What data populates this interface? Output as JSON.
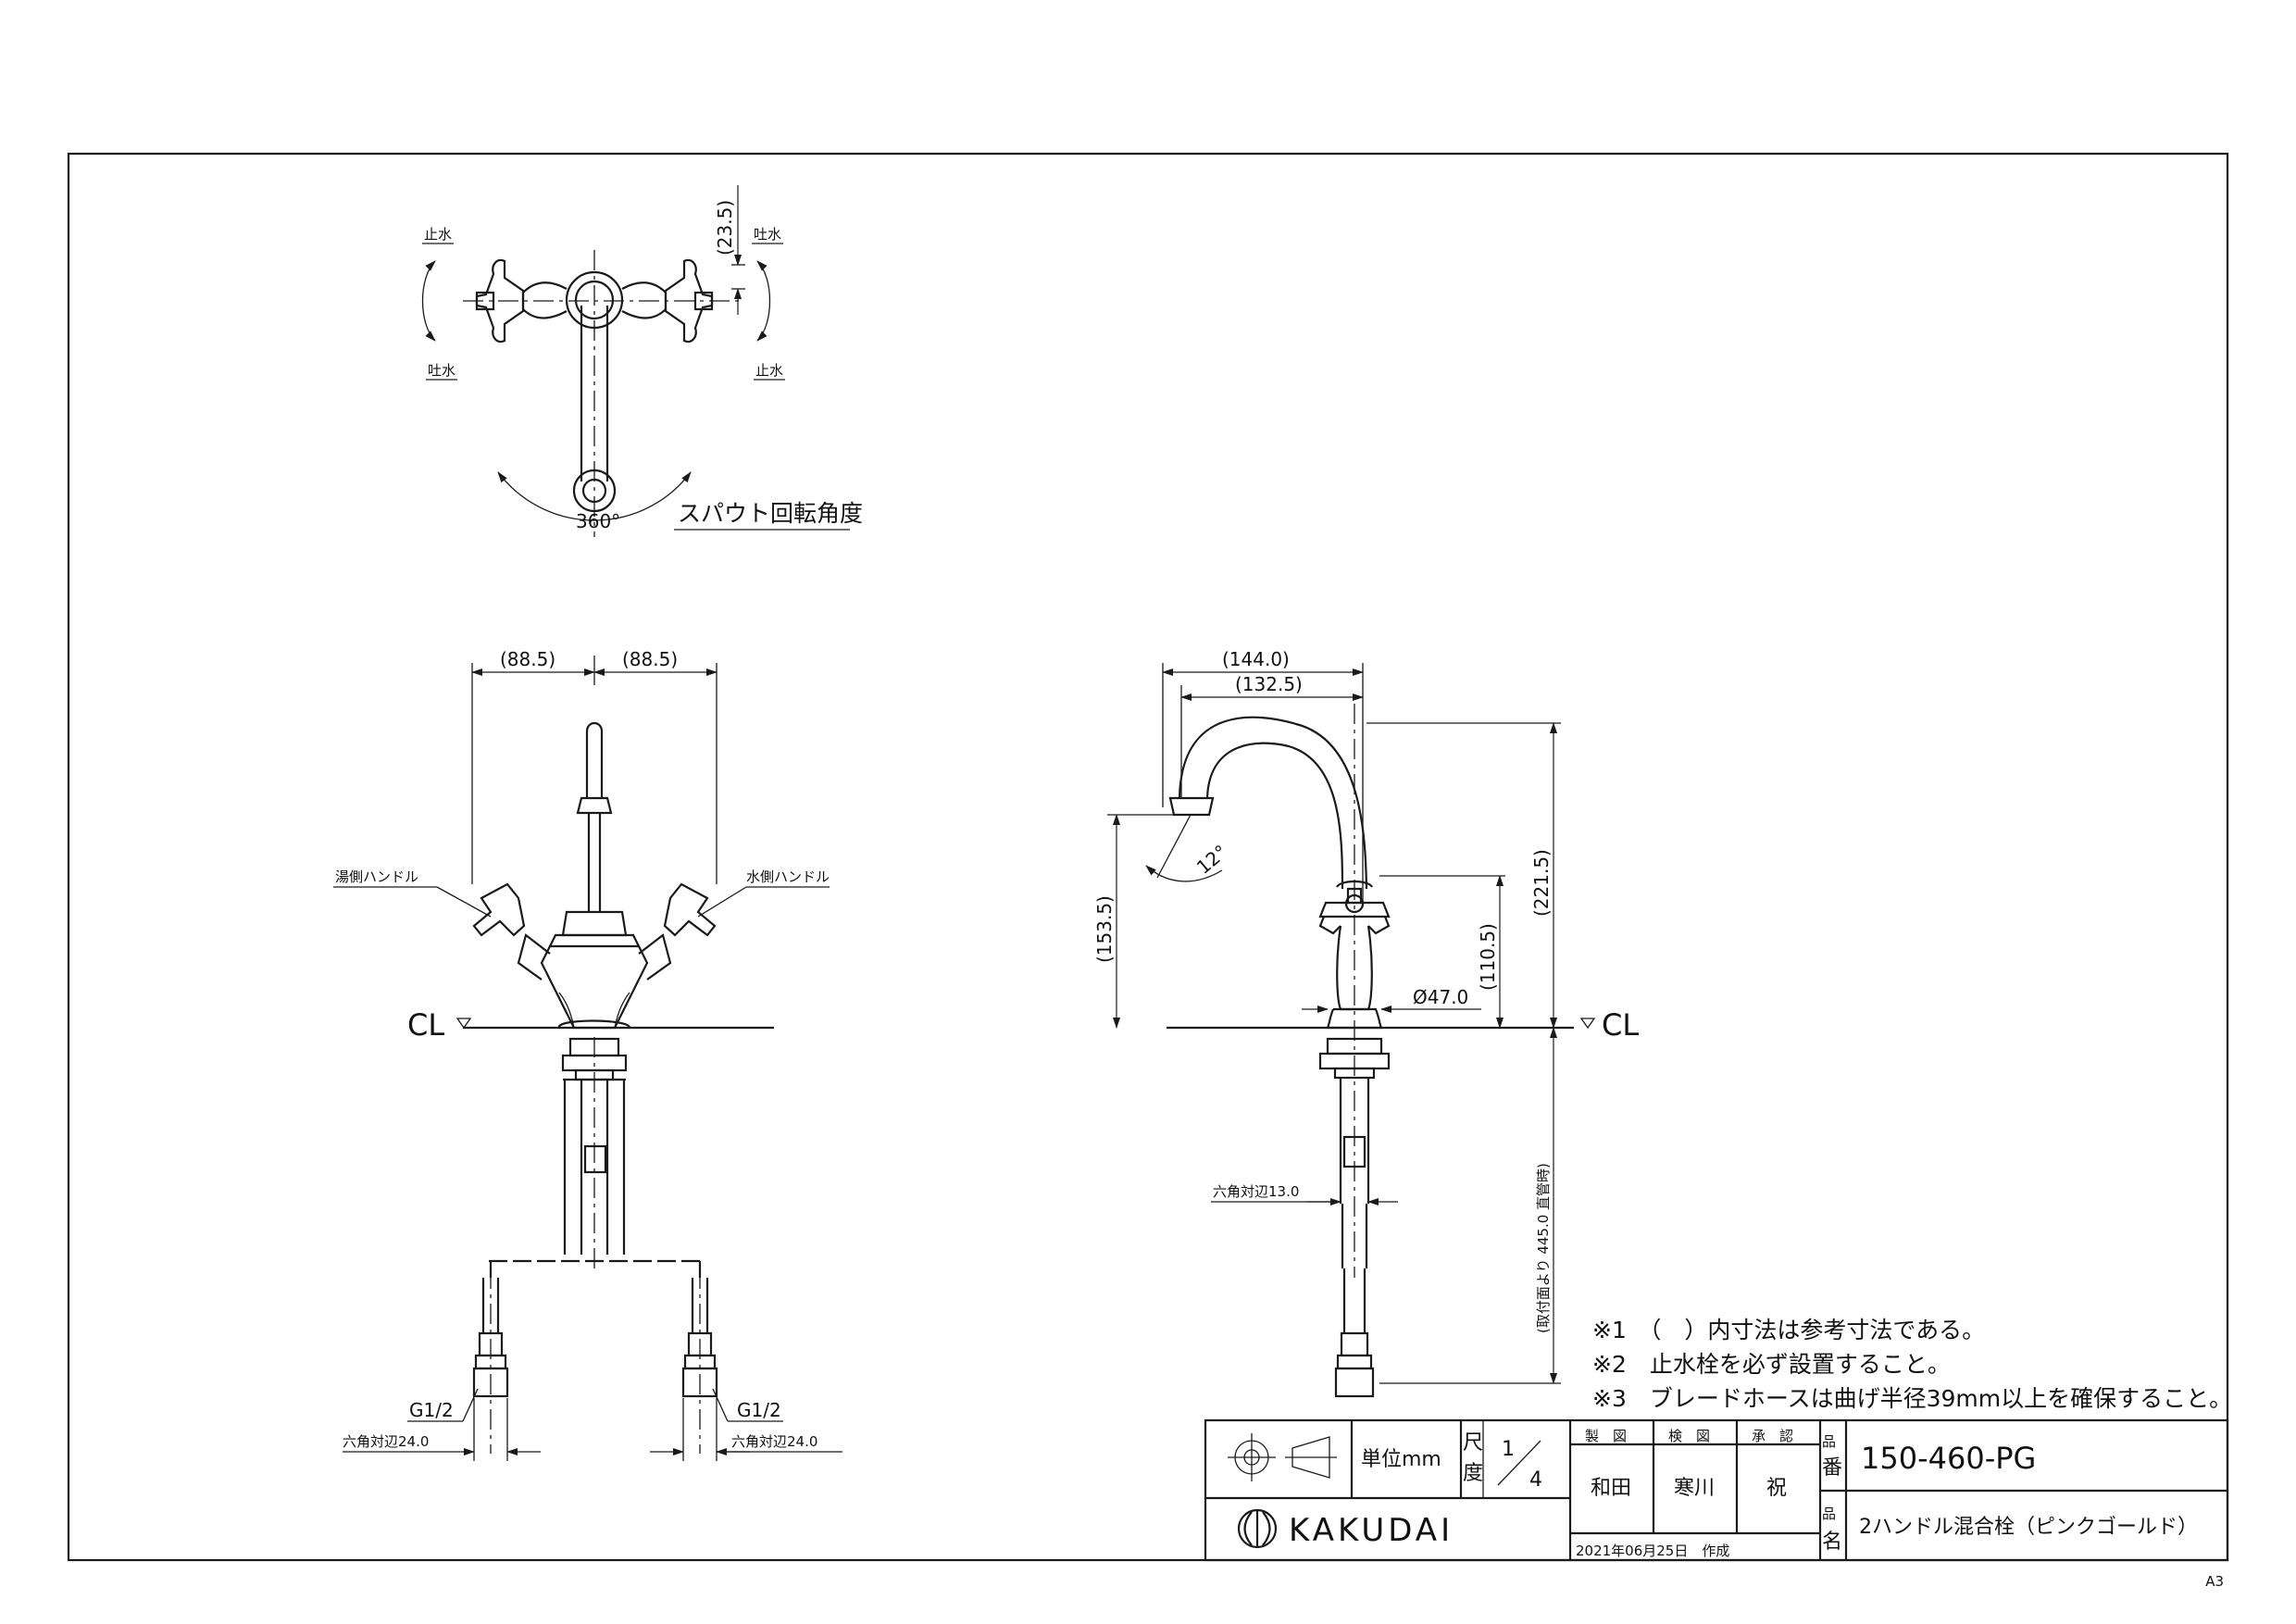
{
  "top_view": {
    "stop_left": "止水",
    "discharge_left": "吐水",
    "discharge_right": "吐水",
    "stop_right": "止水",
    "dim_height": "(23.5)",
    "rotation_angle": "360°",
    "rotation_label": "スパウト回転角度"
  },
  "front_view": {
    "dim_left": "(88.5)",
    "dim_right": "(88.5)",
    "hot_handle": "湯側ハンドル",
    "cold_handle": "水側ハンドル",
    "cl": "CL",
    "thread_left": "G1/2",
    "thread_right": "G1/2",
    "hex_left": "六角対辺24.0",
    "hex_right": "六角対辺24.0"
  },
  "side_view": {
    "dim_reach_outer": "(144.0)",
    "dim_reach_inner": "(132.5)",
    "dim_spout_height": "(153.5)",
    "spout_angle": "12°",
    "dim_total_height": "(221.5)",
    "dim_handle_height": "(110.5)",
    "base_diameter": "Ø47.0",
    "cl": "CL",
    "hex_pipe": "六角対辺13.0",
    "dim_below": "(取付面より 445.0 直管時)"
  },
  "notes": [
    "※1　（　）内寸法は参考寸法である。",
    "※2　止水栓を必ず設置すること。",
    "※3　ブレードホースは曲げ半径39mm以上を確保すること。"
  ],
  "title_block": {
    "unit": "単位mm",
    "scale_label_1": "尺",
    "scale_label_2": "度",
    "scale_num": "1",
    "scale_den": "4",
    "drawn_header": "製　図",
    "checked_header": "検　図",
    "approved_header": "承　認",
    "drawn_by": "和田",
    "checked_by": "寒川",
    "approved_by": "祝",
    "number_label_1": "品",
    "number_label_2": "番",
    "part_number": "150-460-PG",
    "name_label_1": "品",
    "name_label_2": "名",
    "part_name": "2ハンドル混合栓（ピンクゴールド）",
    "brand": "KAKUDAI",
    "date": "2021年06月25日　作成"
  },
  "sheet_size": "A3"
}
